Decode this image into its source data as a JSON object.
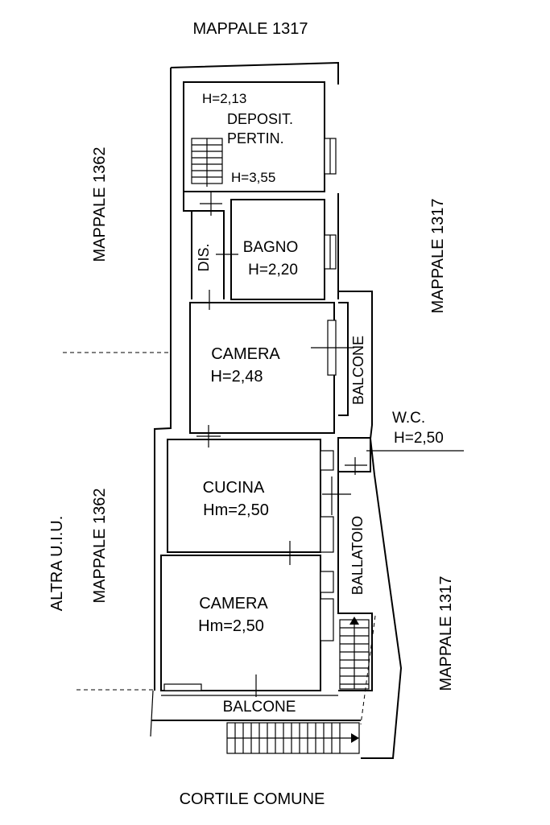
{
  "labels": {
    "top": "MAPPALE 1317",
    "left_top": "MAPPALE 1362",
    "right_top": "MAPPALE 1317",
    "left_bottom": "MAPPALE 1362",
    "altra": "ALTRA U.I.U.",
    "right_bottom": "MAPPALE 1317",
    "bottom": "CORTILE COMUNE"
  },
  "rooms": {
    "deposito": {
      "h_top": "H=2,13",
      "line1": "DEPOSIT.",
      "line2": "PERTIN.",
      "h_bottom": "H=3,55"
    },
    "dis": {
      "name": "DIS."
    },
    "bagno": {
      "name": "BAGNO",
      "height": "H=2,20"
    },
    "camera1": {
      "name": "CAMERA",
      "height": "H=2,48"
    },
    "balcone_side": {
      "name": "BALCONE"
    },
    "wc": {
      "name": "W.C.",
      "height": "H=2,50"
    },
    "cucina": {
      "name": "CUCINA",
      "height": "Hm=2,50"
    },
    "ballatoio": {
      "name": "BALLATOIO"
    },
    "camera2": {
      "name": "CAMERA",
      "height": "Hm=2,50"
    },
    "balcone_bottom": {
      "name": "BALCONE"
    }
  }
}
